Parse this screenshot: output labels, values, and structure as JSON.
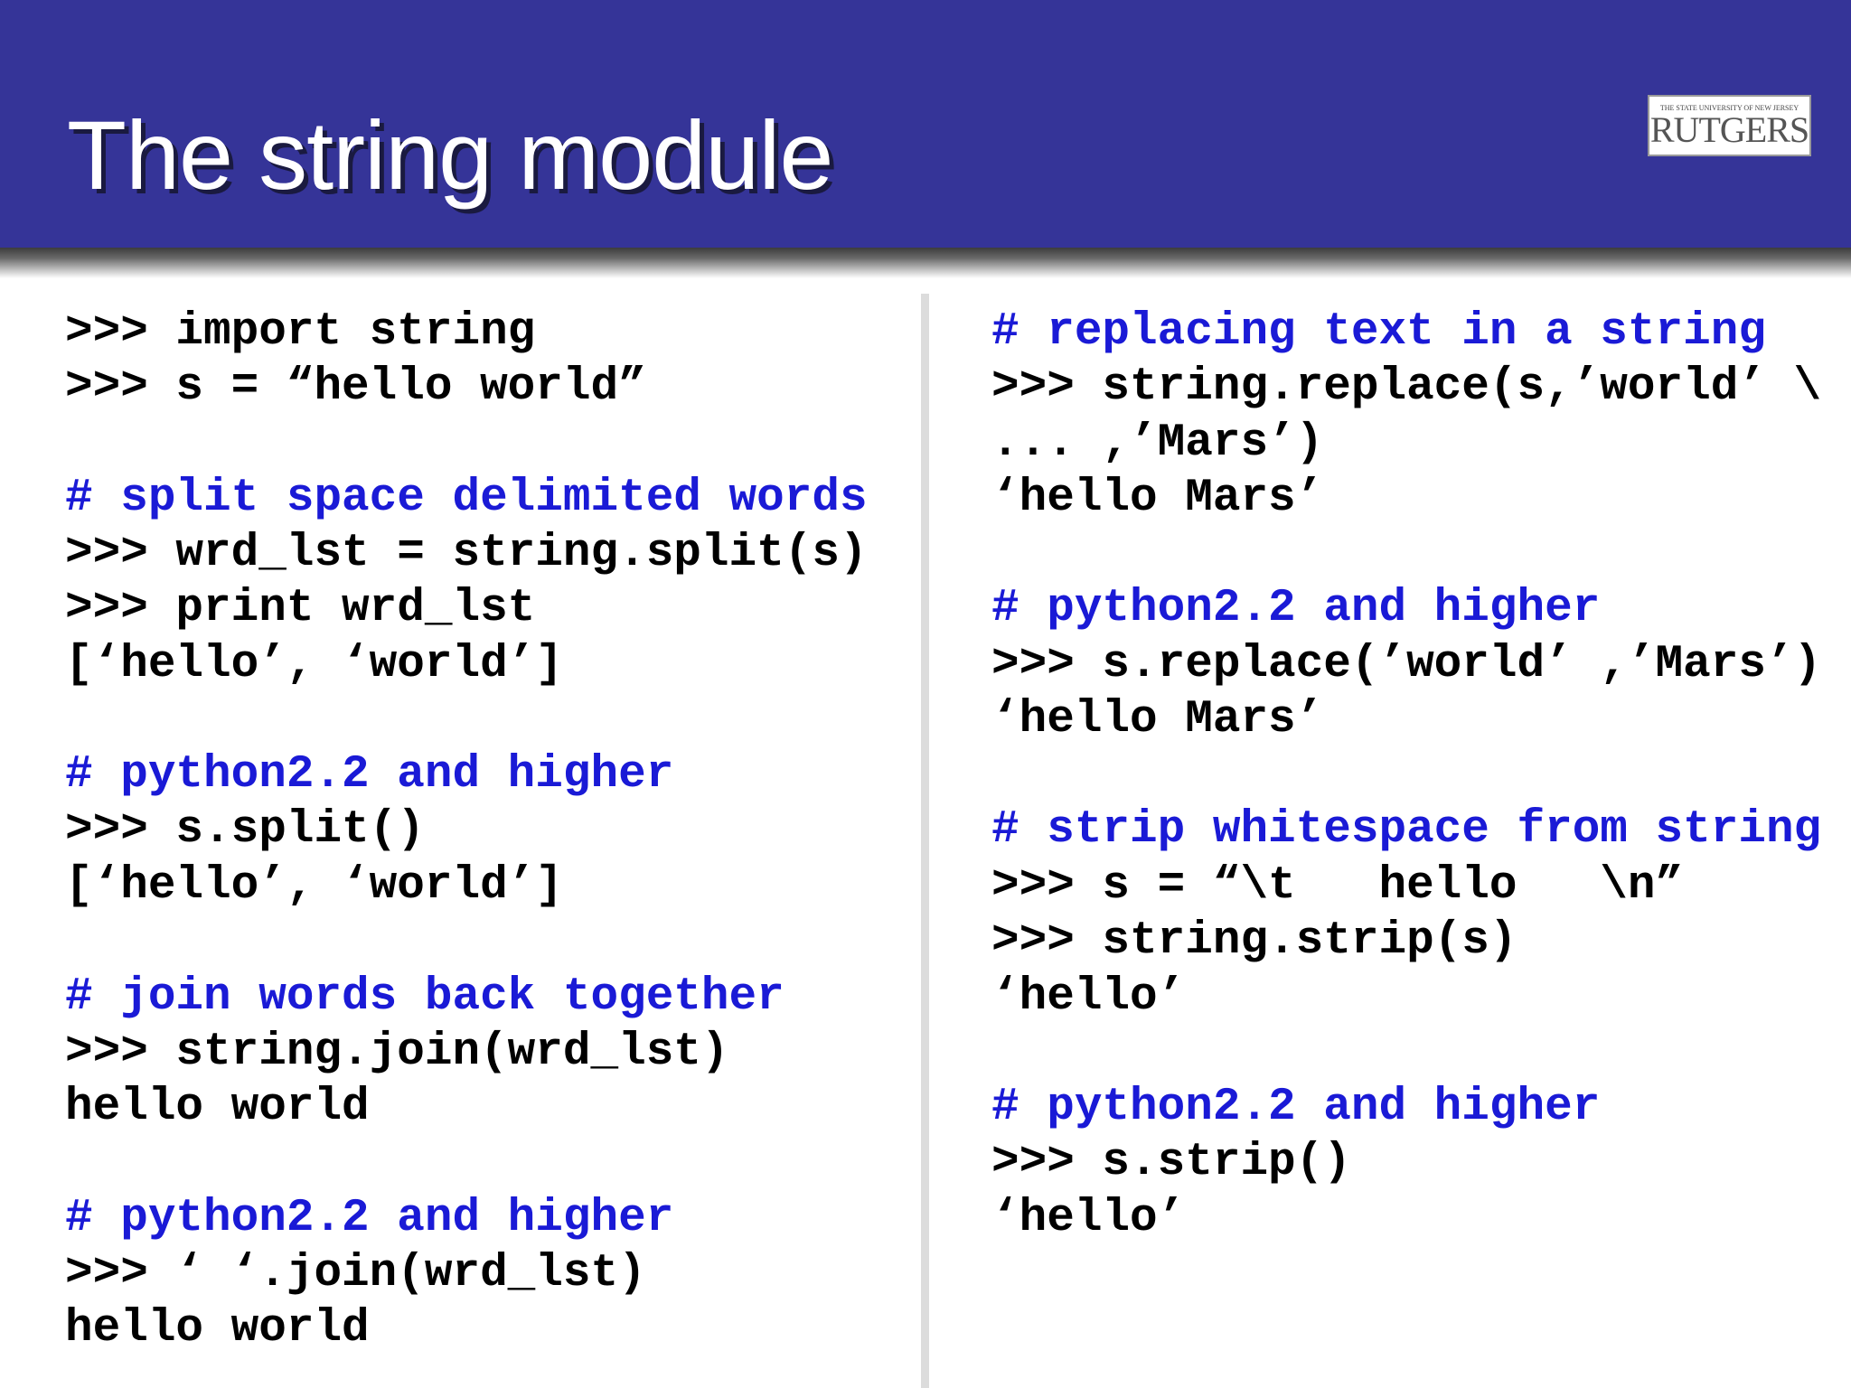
{
  "slide": {
    "title": "The string module",
    "logo": {
      "line1": "The State University of New Jersey",
      "line2": "RUTGERS"
    }
  },
  "colors": {
    "header_bg": "#353498",
    "comment_text": "#1a1ad6",
    "code_text": "#000000"
  },
  "left_column": [
    {
      "kind": "code",
      "text": ">>> import string"
    },
    {
      "kind": "code",
      "text": ">>> s = “hello world”"
    },
    {
      "kind": "comment",
      "text": "# split space delimited words"
    },
    {
      "kind": "code",
      "text": ">>> wrd_lst = string.split(s)"
    },
    {
      "kind": "code",
      "text": ">>> print wrd_lst"
    },
    {
      "kind": "code",
      "text": "[‘hello’, ‘world’]"
    },
    {
      "kind": "comment",
      "text": "# python2.2 and higher"
    },
    {
      "kind": "code",
      "text": ">>> s.split()"
    },
    {
      "kind": "code",
      "text": "[‘hello’, ‘world’]"
    },
    {
      "kind": "comment",
      "text": "# join words back together"
    },
    {
      "kind": "code",
      "text": ">>> string.join(wrd_lst)"
    },
    {
      "kind": "code",
      "text": "hello world"
    },
    {
      "kind": "comment",
      "text": "# python2.2 and higher"
    },
    {
      "kind": "code",
      "text": ">>> ‘ ‘.join(wrd_lst)"
    },
    {
      "kind": "code",
      "text": "hello world"
    }
  ],
  "right_column": [
    {
      "kind": "comment",
      "text": "# replacing text in a string"
    },
    {
      "kind": "code",
      "text": ">>> string.replace(s,’world’ \\"
    },
    {
      "kind": "code",
      "text": "... ,’Mars’)"
    },
    {
      "kind": "code",
      "text": "‘hello Mars’"
    },
    {
      "kind": "comment",
      "text": "# python2.2 and higher"
    },
    {
      "kind": "code",
      "text": ">>> s.replace(’world’ ,’Mars’)"
    },
    {
      "kind": "code",
      "text": "‘hello Mars’"
    },
    {
      "kind": "comment",
      "text": "# strip whitespace from string"
    },
    {
      "kind": "code",
      "text": ">>> s = “\\t   hello   \\n”"
    },
    {
      "kind": "code",
      "text": ">>> string.strip(s)"
    },
    {
      "kind": "code",
      "text": "‘hello’"
    },
    {
      "kind": "comment",
      "text": "# python2.2 and higher"
    },
    {
      "kind": "code",
      "text": ">>> s.strip()"
    },
    {
      "kind": "code",
      "text": "‘hello’"
    }
  ]
}
